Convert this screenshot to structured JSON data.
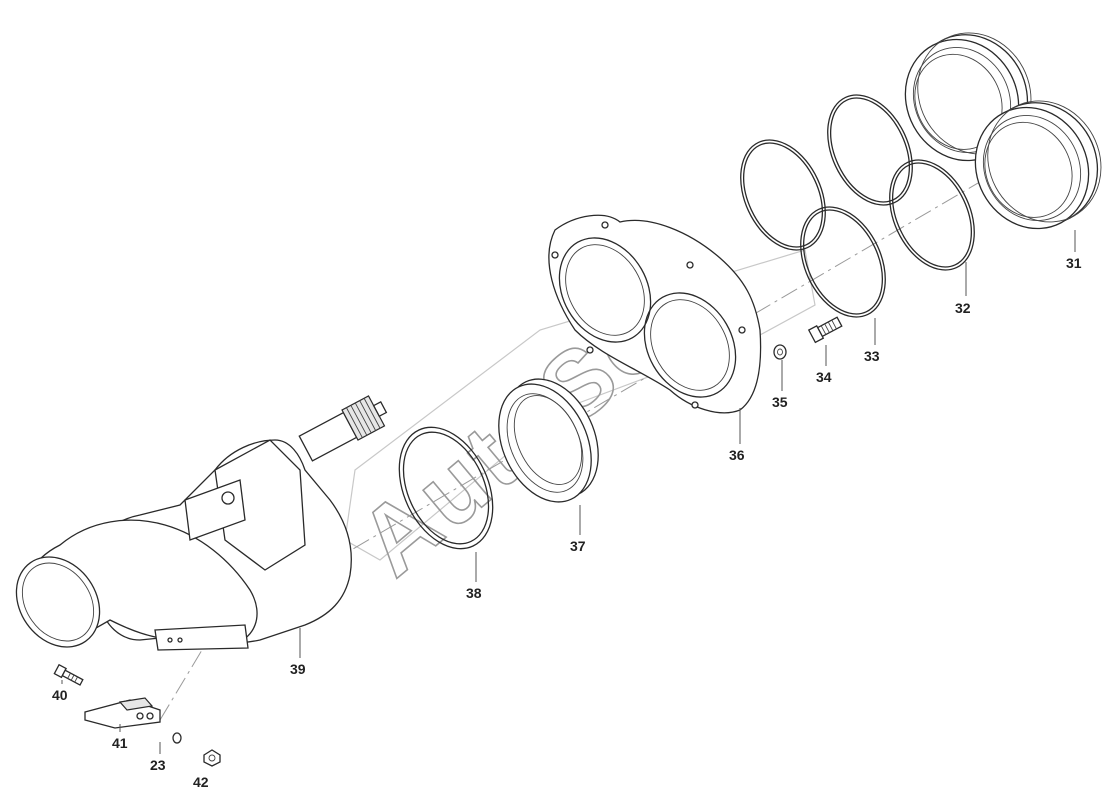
{
  "watermark": {
    "text": "AutoSoft"
  },
  "callouts": [
    {
      "id": "31",
      "label": "31"
    },
    {
      "id": "32",
      "label": "32"
    },
    {
      "id": "33",
      "label": "33"
    },
    {
      "id": "34",
      "label": "34"
    },
    {
      "id": "35",
      "label": "35"
    },
    {
      "id": "36",
      "label": "36"
    },
    {
      "id": "37",
      "label": "37"
    },
    {
      "id": "38",
      "label": "38"
    },
    {
      "id": "39",
      "label": "39"
    },
    {
      "id": "40",
      "label": "40"
    },
    {
      "id": "41",
      "label": "41"
    },
    {
      "id": "23",
      "label": "23"
    },
    {
      "id": "42",
      "label": "42"
    }
  ]
}
